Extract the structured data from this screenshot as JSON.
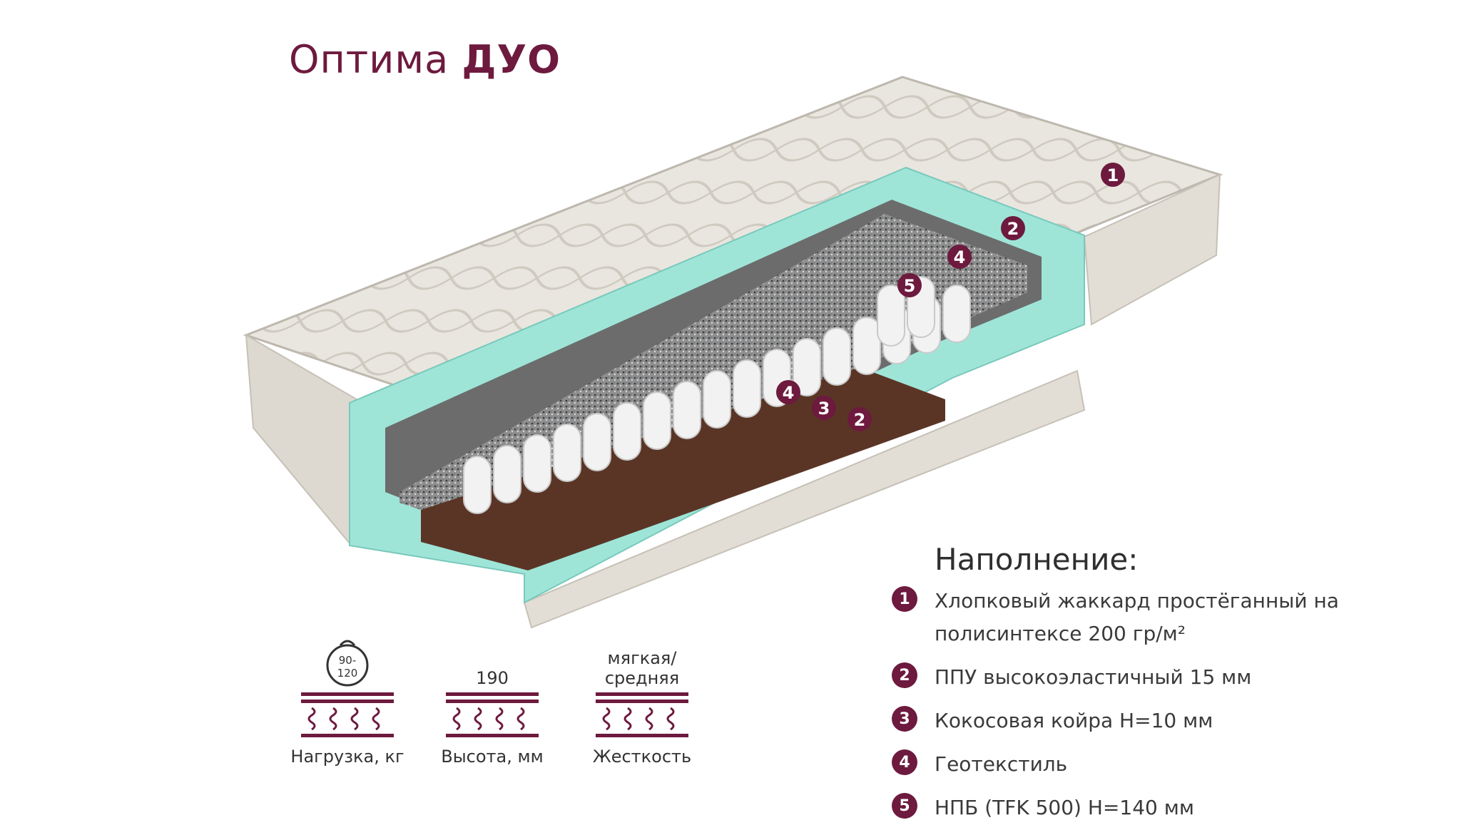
{
  "title": {
    "part1": "Оптима",
    "part2": "ДУО"
  },
  "markers": [
    "1",
    "2",
    "4",
    "5",
    "4",
    "3",
    "2"
  ],
  "filling": {
    "heading": "Наполнение:",
    "items": [
      {
        "num": "1",
        "text": "Хлопковый жаккард простёганный на полисинтексе 200 гр/м²"
      },
      {
        "num": "2",
        "text": "ППУ высокоэластичный 15 мм"
      },
      {
        "num": "3",
        "text": "Кокосовая койра Н=10 мм"
      },
      {
        "num": "4",
        "text": "Геотекстиль"
      },
      {
        "num": "5",
        "text": "НПБ (TFK 500) Н=140 мм"
      }
    ]
  },
  "specs": {
    "load": {
      "value": "90-\n120",
      "label": "Нагрузка, кг",
      "icon": "weight-icon"
    },
    "height": {
      "value": "190",
      "label": "Высота, мм"
    },
    "firmness": {
      "value": "мягкая/средняя",
      "label": "Жесткость"
    }
  },
  "colors": {
    "accent": "#6d1a3e",
    "foam": "#8fe0d2",
    "coir": "#5a3526",
    "cover": "#e8e4dc"
  }
}
